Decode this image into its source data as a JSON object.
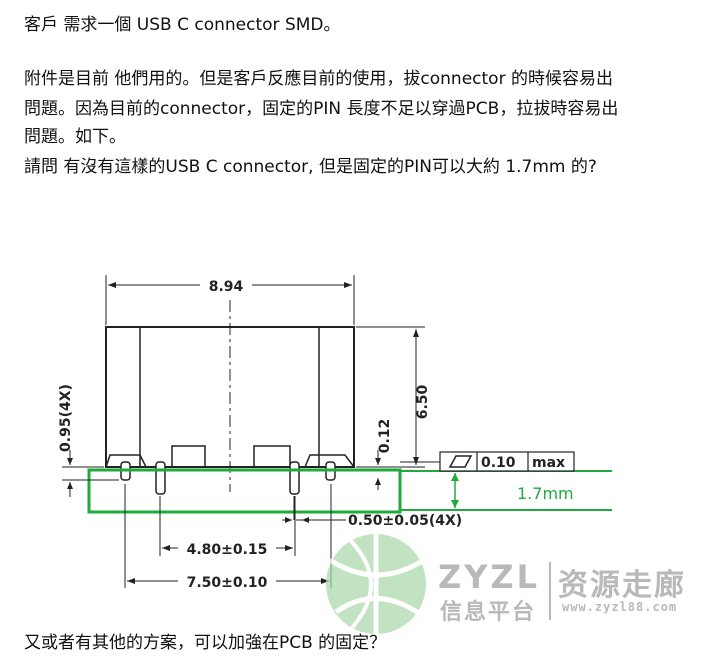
{
  "text": {
    "line1": "客戶 需求一個 USB C connector SMD。",
    "para_lines": [
      "附件是目前 他們用的。但是客戶反應目前的使用，拔connector 的時候容易出",
      "問題。因為目前的connector，固定的PIN 長度不足以穿過PCB，拉拔時容易出",
      "問題。如下。",
      "請問 有沒有這樣的USB C connector,  但是固定的PIN可以大約 1.7mm 的?"
    ],
    "bottom": "又或者有其他的方案，可以加強在PCB 的固定？"
  },
  "drawing": {
    "dim_width": "8.94",
    "dim_height": "6.50",
    "dim_side": "0.95(4X)",
    "dim_small": "0.12",
    "flatness_value": "0.10",
    "flatness_max": "max",
    "pcb_thickness": "1.7mm",
    "pin_width": "0.50±0.05(4X)",
    "inner_spacing": "4.80±0.15",
    "outer_spacing": "7.50±0.10",
    "colors": {
      "pcb": "#1faa3c",
      "ink": "#222222"
    }
  },
  "watermark": {
    "brand": "ZYZL",
    "sub": "信息平台",
    "title": "资源走廊",
    "url": "www.zyzl88.com",
    "colors": {
      "gray": "#b9b9b9",
      "green": "#8fd08f"
    }
  }
}
